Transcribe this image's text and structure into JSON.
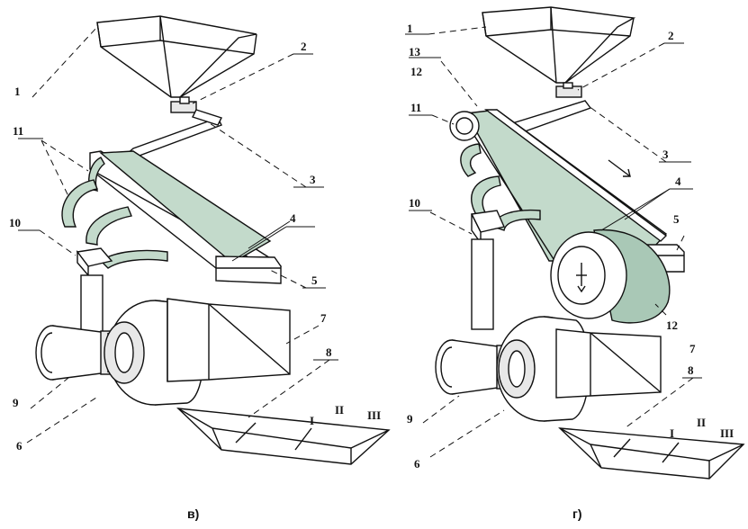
{
  "captions": {
    "left": "в)",
    "right": "г)"
  },
  "left_diagram": {
    "labels": {
      "n1": "1",
      "n2": "2",
      "n3": "3",
      "n4": "4",
      "n5": "5",
      "n6": "6",
      "n7": "7",
      "n8": "8",
      "n9": "9",
      "n10": "10",
      "n11": "11"
    },
    "fractions": {
      "f1": "I",
      "f2": "II",
      "f3": "III"
    }
  },
  "right_diagram": {
    "labels": {
      "n1": "1",
      "n2": "2",
      "n3": "3",
      "n4": "4",
      "n5": "5",
      "n6": "6",
      "n7": "7",
      "n8": "8",
      "n9": "9",
      "n10": "10",
      "n11": "11",
      "n12a": "12",
      "n12b": "12",
      "n13": "13"
    },
    "fractions": {
      "f1": "I",
      "f2": "II",
      "f3": "III"
    }
  }
}
